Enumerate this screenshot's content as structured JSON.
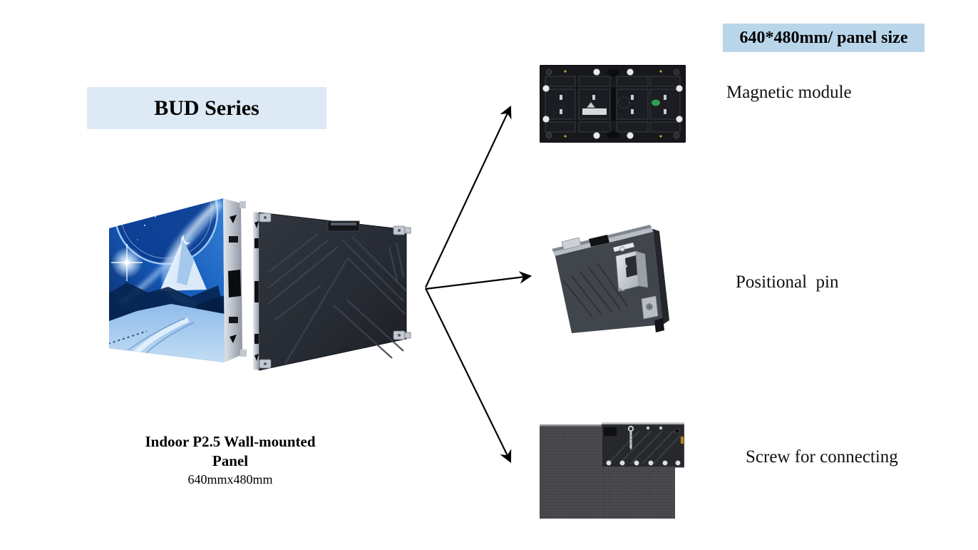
{
  "page": {
    "type": "product-presentation-slide",
    "background": "#ffffff"
  },
  "badges": {
    "panel_size": {
      "label": "640*480mm/ panel size",
      "bg": "#b9d5ea"
    },
    "series": {
      "label": "BUD Series",
      "bg": "#dde9f5"
    }
  },
  "product": {
    "photo": "front-and-back-view-of-led-panel",
    "caption": {
      "line1": "Indoor P2.5 Wall-mounted",
      "line2": "Panel",
      "line3": "640mmx480mm"
    }
  },
  "callouts": {
    "magnetic_module": {
      "label": "Magnetic module",
      "photo": "back-of-led-module-with-magnets"
    },
    "positional_pin": {
      "label": "Positional  pin",
      "photo": "panel-corner-with-metal-positioning-pin"
    },
    "screw": {
      "label": "Screw for connecting",
      "photo": "panel-front-with-module-removed-showing-screw"
    }
  },
  "colors": {
    "arrow": "#000000",
    "text": "#000000",
    "badge_size_bg": "#b9d5ea",
    "badge_series_bg": "#dde9f5"
  }
}
